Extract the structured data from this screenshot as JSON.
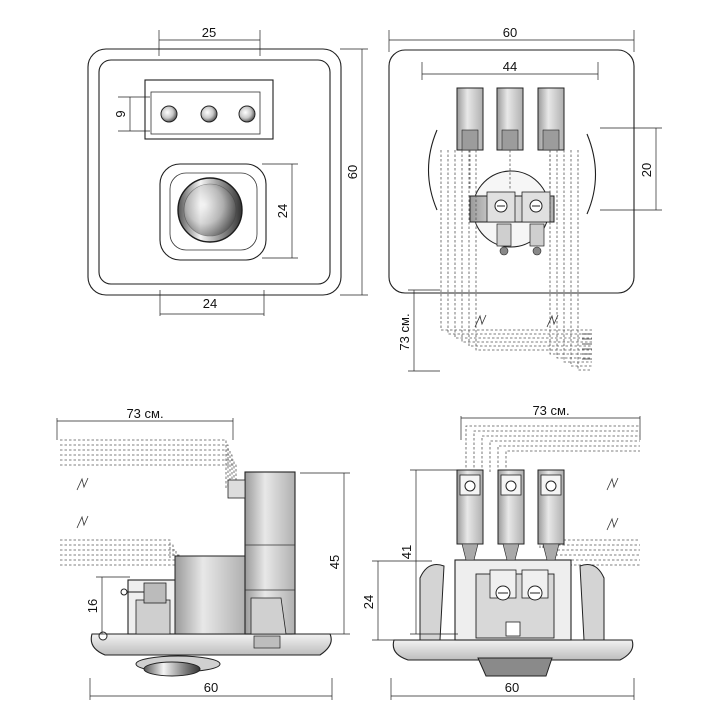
{
  "front_view": {
    "dim_top": "25",
    "dim_left": "9",
    "dim_knob": "24",
    "dim_bottom": "24",
    "dim_right": "60"
  },
  "back_view": {
    "dim_width": "60",
    "dim_terminals": "44",
    "dim_right": "20",
    "dim_wire": "73 см."
  },
  "side_view": {
    "dim_wire": "73 см.",
    "dim_left": "16",
    "dim_height": "45",
    "dim_bottom": "60"
  },
  "end_view": {
    "dim_wire": "73 см.",
    "dim_height": "41",
    "dim_lower": "24",
    "dim_bottom": "60"
  }
}
